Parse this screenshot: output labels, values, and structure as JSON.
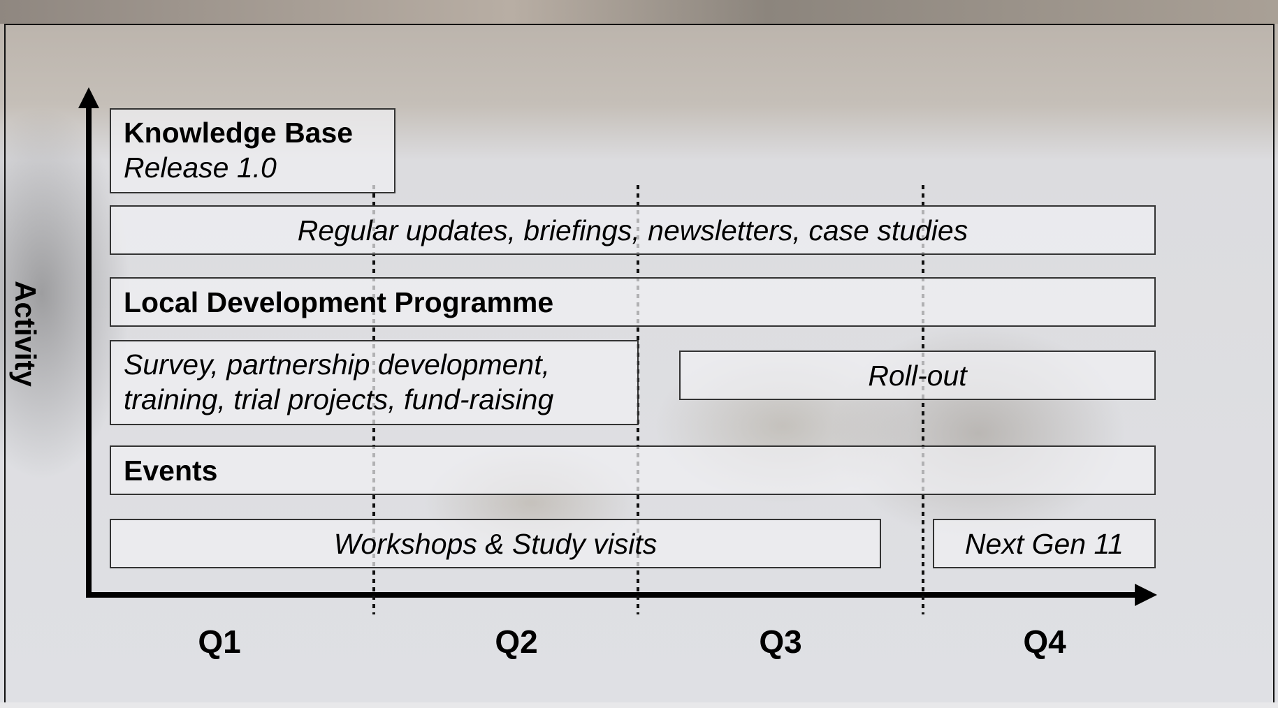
{
  "axis": {
    "y_label": "Activity"
  },
  "quarters": [
    "Q1",
    "Q2",
    "Q3",
    "Q4"
  ],
  "knowledge_base": {
    "title": "Knowledge Base",
    "subtitle": "Release 1.0"
  },
  "updates": "Regular updates, briefings, newsletters, case studies",
  "local_dev": {
    "title": "Local Development Programme",
    "survey_line1": "Survey, partnership development,",
    "survey_line2": "training, trial projects, fund-raising",
    "rollout": "Roll-out"
  },
  "events": {
    "title": "Events",
    "workshops": "Workshops & Study visits",
    "next_gen": "Next Gen 11"
  },
  "colors": {
    "axis": "#000000",
    "box_border": "#333333",
    "box_fill": "#f0f0f2"
  }
}
